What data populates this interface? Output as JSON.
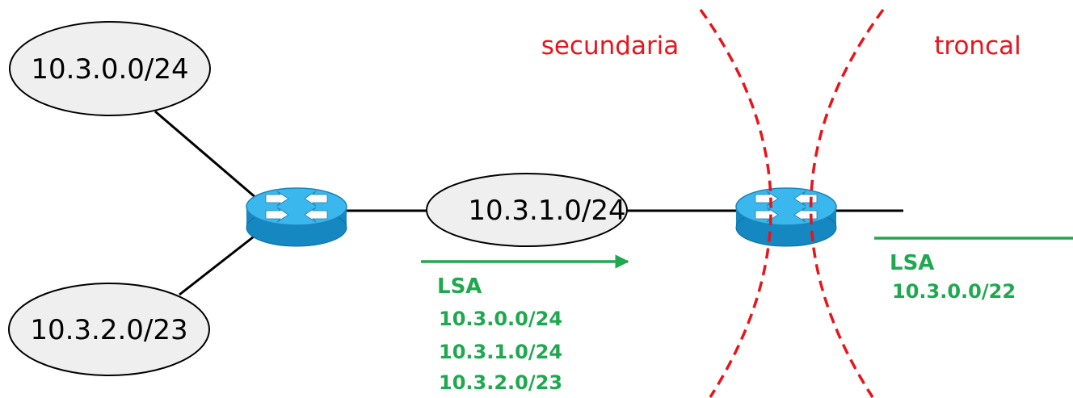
{
  "colors": {
    "lsa": "#1fa84f",
    "boundary": "#e8141b",
    "router_top": "#3ab7ec",
    "router_side": "#1587c1",
    "cloud_fill": "#efefef"
  },
  "networks": {
    "net_a": "10.3.0.0/24",
    "net_b": "10.3.1.0/24",
    "net_c": "10.3.2.0/23"
  },
  "areas": {
    "left": "secundaria",
    "right": "troncal"
  },
  "lsa_internal": {
    "title": "LSA",
    "routes": [
      "10.3.0.0/24",
      "10.3.1.0/24",
      "10.3.2.0/23"
    ]
  },
  "lsa_summary": {
    "title": "LSA",
    "routes": [
      "10.3.0.0/22"
    ]
  },
  "icons": {
    "router": "router-icon",
    "network": "network-cloud-icon"
  }
}
